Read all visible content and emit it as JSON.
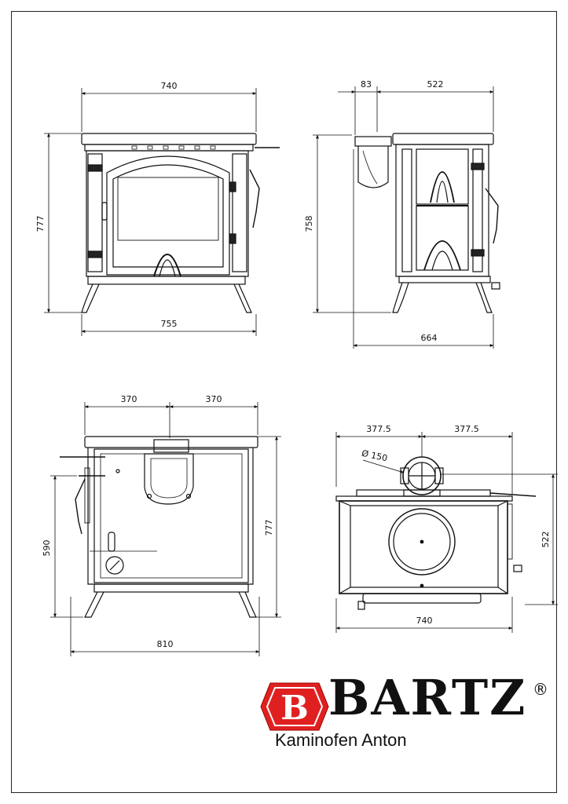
{
  "drawing": {
    "front": {
      "width_top": "740",
      "height": "777",
      "width_base": "755"
    },
    "side": {
      "protrusion": "83",
      "depth": "522",
      "height": "758",
      "total_depth": "664"
    },
    "rear": {
      "half_left": "370",
      "half_right": "370",
      "inlet_height": "590",
      "height": "777",
      "width": "810"
    },
    "top": {
      "half_left": "377.5",
      "half_right": "377.5",
      "flue_diameter": "Ø 150",
      "depth": "522",
      "width": "740"
    }
  },
  "brand": {
    "logo_letter": "B",
    "name": "BARTZ",
    "registered": "®",
    "subtitle": "Kaminofen Anton",
    "logo_color": "#e02020"
  }
}
